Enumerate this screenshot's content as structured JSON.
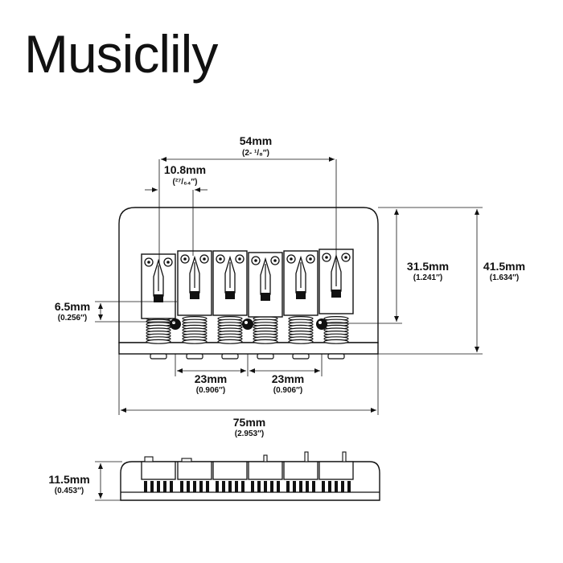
{
  "brand": "Musiclily",
  "dimensions": {
    "string_spread": {
      "main": "54mm",
      "sub": "(2- ¹/₈″)"
    },
    "saddle_width": {
      "main": "10.8mm",
      "sub": "(²⁷/₆₄″)"
    },
    "saddle_height": {
      "main": "6.5mm",
      "sub": "(0.256″)"
    },
    "screw_spacing_left": {
      "main": "23mm",
      "sub": "(0.906″)"
    },
    "screw_spacing_right": {
      "main": "23mm",
      "sub": "(0.906″)"
    },
    "overall_width": {
      "main": "75mm",
      "sub": "(2.953″)"
    },
    "inner_length": {
      "main": "31.5mm",
      "sub": "(1.241″)"
    },
    "overall_length": {
      "main": "41.5mm",
      "sub": "(1.634″)"
    },
    "side_height": {
      "main": "11.5mm",
      "sub": "(0.453″)"
    }
  },
  "colors": {
    "ink": "#111111",
    "background": "#ffffff"
  },
  "part": {
    "saddle_count": 6
  }
}
